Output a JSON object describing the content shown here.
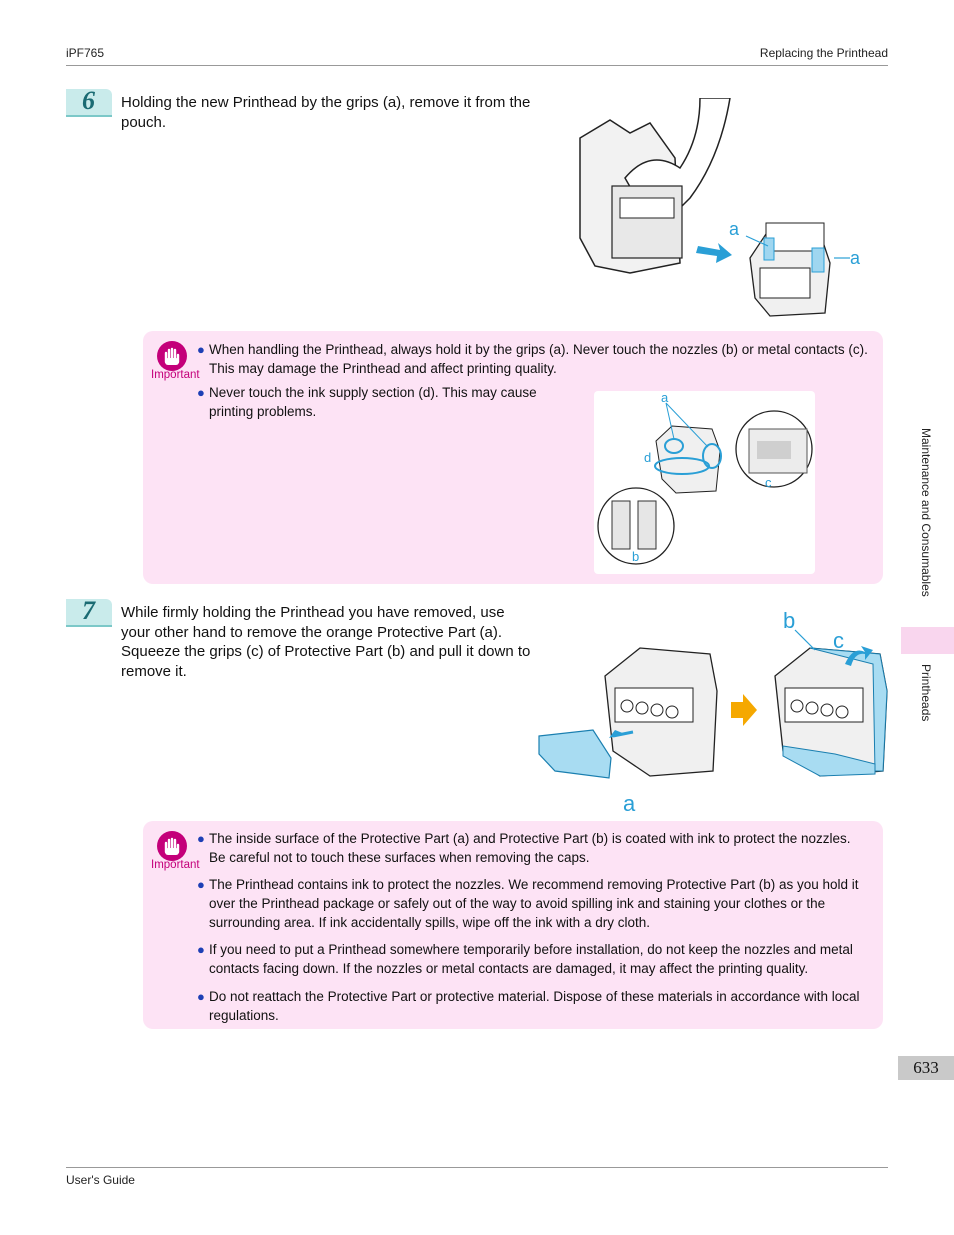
{
  "header": {
    "model": "iPF765",
    "section": "Replacing the Printhead"
  },
  "step6": {
    "number": "6",
    "text": "Holding the new Printhead by the grips (a), remove it from the pouch.",
    "callouts": {
      "grip_left": "a",
      "grip_right": "a"
    }
  },
  "note1": {
    "label": "Important",
    "bullets": [
      "When handling the Printhead, always hold it by the grips (a). Never touch the nozzles (b) or metal contacts (c). This may damage the Printhead and affect printing quality.",
      "Never touch the ink supply section (d). This may cause printing problems."
    ],
    "figure_labels": {
      "a": "a",
      "b": "b",
      "c": "c",
      "d": "d"
    }
  },
  "step7": {
    "number": "7",
    "text": "While firmly holding the Printhead you have removed, use your other hand to remove the orange Protective Part (a). Squeeze the grips (c) of Protective Part (b) and pull it down to remove it.",
    "callouts": {
      "a": "a",
      "b": "b",
      "c": "c"
    }
  },
  "note2": {
    "label": "Important",
    "bullets": [
      "The inside surface of the Protective Part (a) and Protective Part (b) is coated with ink to protect the nozzles. Be careful not to touch these surfaces when removing the caps.",
      "The Printhead contains ink to protect the nozzles. We recommend removing Protective Part (b) as you hold it over the Printhead package or safely out of the way to avoid spilling ink and staining your clothes or the surrounding area. If ink accidentally spills, wipe off the ink with a dry cloth.",
      "If you need to put a Printhead somewhere temporarily before installation, do not keep the nozzles and metal contacts facing down. If the nozzles or metal contacts are damaged, it may affect the printing quality.",
      "Do not reattach the Protective Part or protective material. Dispose of these materials in accordance with local regulations."
    ]
  },
  "sidebar": {
    "chapter": "Maintenance and Consumables",
    "section": "Printheads",
    "page_number": "633"
  },
  "footer": {
    "title": "User's Guide"
  },
  "colors": {
    "accent_blue": "#2a9fd6",
    "important_magenta": "#c4007a",
    "note_bg": "#fde3f5",
    "arrow_orange": "#f5a800"
  }
}
